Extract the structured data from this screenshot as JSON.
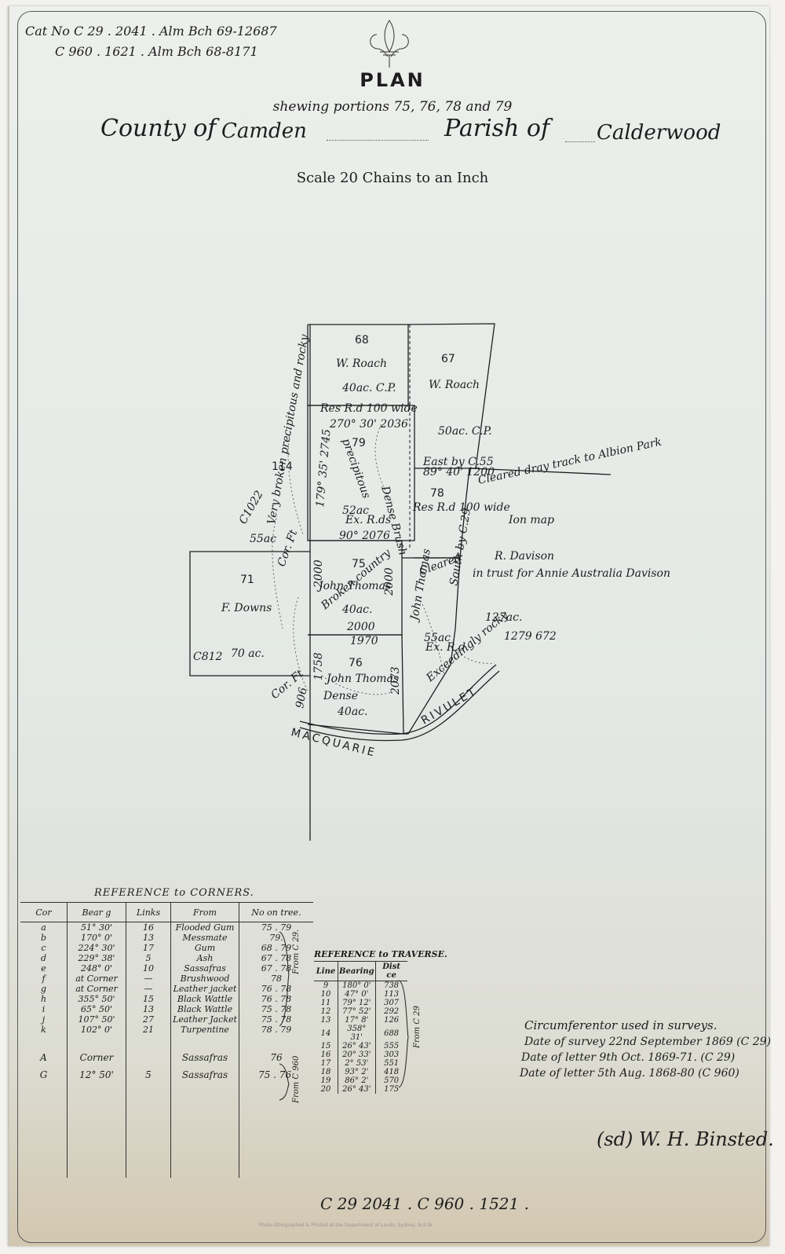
{
  "header": {
    "catalogue_line_1": "Cat No C 29 . 2041 . Alm Bch 69-12687",
    "catalogue_line_2": "C 960 . 1621 . Alm Bch 68-8171",
    "title": "PLAN",
    "subtitle": "shewing portions 75, 76, 78 and 79",
    "county_label": "County of",
    "county_value": "Camden",
    "parish_label": "Parish of",
    "parish_value": "Calderwood",
    "scale": "Scale 20 Chains to an Inch"
  },
  "map": {
    "portions": [
      {
        "number": "68",
        "owner": "W. Roach",
        "area": "40ac. C.P."
      },
      {
        "number": "67",
        "owner": "W. Roach",
        "area": "50ac. C.P."
      },
      {
        "number": "79",
        "area": "52ac",
        "note": "Ex. R.ds"
      },
      {
        "number": "78"
      },
      {
        "number": "75",
        "owner": "John Thomas",
        "area": "40ac."
      },
      {
        "number": "71",
        "owner": "F. Downs",
        "area": "70 ac."
      },
      {
        "number": "76",
        "owner": "John Thomas",
        "area": "40ac."
      },
      {
        "owner": "John Thomas",
        "area": "55ac",
        "note": "Ex. R.d"
      },
      {
        "owner": "R. Davison",
        "note": "in trust for Annie Australia Davison",
        "area": "127ac."
      },
      {
        "number": "114",
        "area": "55ac"
      }
    ],
    "labels": {
      "road_top": "Res R.d 100 wide",
      "bearing_top": "270° 30' 2036",
      "bearing_78": "89° 40' 1200",
      "east_by": "East by C.55",
      "res_78": "Res R.d 100 wide",
      "dray_track": "Cleared dray track to Albion Park",
      "ion_map": "Ion map",
      "very_broken": "Very broken precipitous and rocky",
      "dense_brush": "Dense Brush",
      "precipitous": "precipitous",
      "broken_country": "Broken country",
      "cleared": "Cleared",
      "exceedingly_rocky": "Exceedingly rocky",
      "south_by": "South by C.29",
      "river_1": "MACQUARIE",
      "river_2": "RIVULET",
      "cor_ft_1": "Cor. Ft",
      "cor_ft_2": "Cor. Ft",
      "c1022": "C1022",
      "c812": "C812",
      "c1279": "1279 672",
      "ref_2000_a": "2000",
      "ref_2000_b": "2000",
      "ref_2000_c": "2000",
      "ref_1970": "1970",
      "ref_1758": "1758",
      "ref_2073": "2073",
      "ref_2076": "90° 2076",
      "ref_179": "179° 35' 2745",
      "ref_906": "906",
      "ref_dense": "Dense"
    }
  },
  "reference_corners": {
    "title": "REFERENCE to CORNERS.",
    "headers": [
      "Cor",
      "Bear g",
      "Links",
      "From",
      "No on tree."
    ],
    "rows": [
      [
        "a",
        "51° 30'",
        "16",
        "Flooded Gum",
        "75 . 79"
      ],
      [
        "b",
        "170° 0'",
        "13",
        "Messmate",
        "79."
      ],
      [
        "c",
        "224° 30'",
        "17",
        "Gum",
        "68 . 79"
      ],
      [
        "d",
        "229° 38'",
        "5",
        "Ash",
        "67 . 78"
      ],
      [
        "e",
        "248° 0'",
        "10",
        "Sassafras",
        "67 . 78"
      ],
      [
        "f",
        "at Corner",
        "—",
        "Brushwood",
        "78"
      ],
      [
        "g",
        "at Corner",
        "—",
        "Leather jacket",
        "76 . 78"
      ],
      [
        "h",
        "355° 50'",
        "15",
        "Black Wattle",
        "76 . 78"
      ],
      [
        "i",
        "65° 50'",
        "13",
        "Black Wattle",
        "75 . 78"
      ],
      [
        "j",
        "107° 50'",
        "27",
        "Leather Jacket",
        "75 . 78"
      ],
      [
        "k",
        "102° 0'",
        "21",
        "Turpentine",
        "78 . 79"
      ]
    ],
    "rows_c960": [
      [
        "A",
        "Corner",
        "",
        "Sassafras",
        "76"
      ],
      [
        "G",
        "12° 50'",
        "5",
        "Sassafras",
        "75 . 76."
      ]
    ],
    "from_c29": "From C 29.",
    "from_c960": "From C 960"
  },
  "reference_traverse": {
    "title": "REFERENCE to TRAVERSE.",
    "headers": [
      "Line",
      "Bearing",
      "Dist ce"
    ],
    "rows": [
      [
        "9",
        "180° 0'",
        "738"
      ],
      [
        "10",
        "47° 0'",
        "113"
      ],
      [
        "11",
        "79° 12'",
        "307"
      ],
      [
        "12",
        "77° 52'",
        "292"
      ],
      [
        "13",
        "17° 8'",
        "126"
      ],
      [
        "14",
        "358° 31'",
        "688"
      ],
      [
        "15",
        "26° 43'",
        "555"
      ],
      [
        "16",
        "20° 33'",
        "303"
      ],
      [
        "17",
        "2° 53'",
        "551"
      ],
      [
        "18",
        "93° 2'",
        "418"
      ],
      [
        "19",
        "86° 2'",
        "570"
      ],
      [
        "20",
        "26° 43'",
        "175"
      ]
    ],
    "from_note": "From C 29"
  },
  "survey_notes": {
    "line_1": "Circumferentor used in surveys.",
    "line_2": "Date of survey 22nd September 1869 (C 29)",
    "line_3": "Date of letter 9th Oct. 1869-71. (C 29)",
    "line_4": "Date of letter 5th Aug. 1868-80 (C 960)"
  },
  "signature": "(sd) W. H. Binsted.",
  "footer_ref": "C 29 2041 . C 960 . 1521 .",
  "faint_imprint": "Photo-lithographed & Printed at the Department of Lands, Sydney, N.S.W."
}
